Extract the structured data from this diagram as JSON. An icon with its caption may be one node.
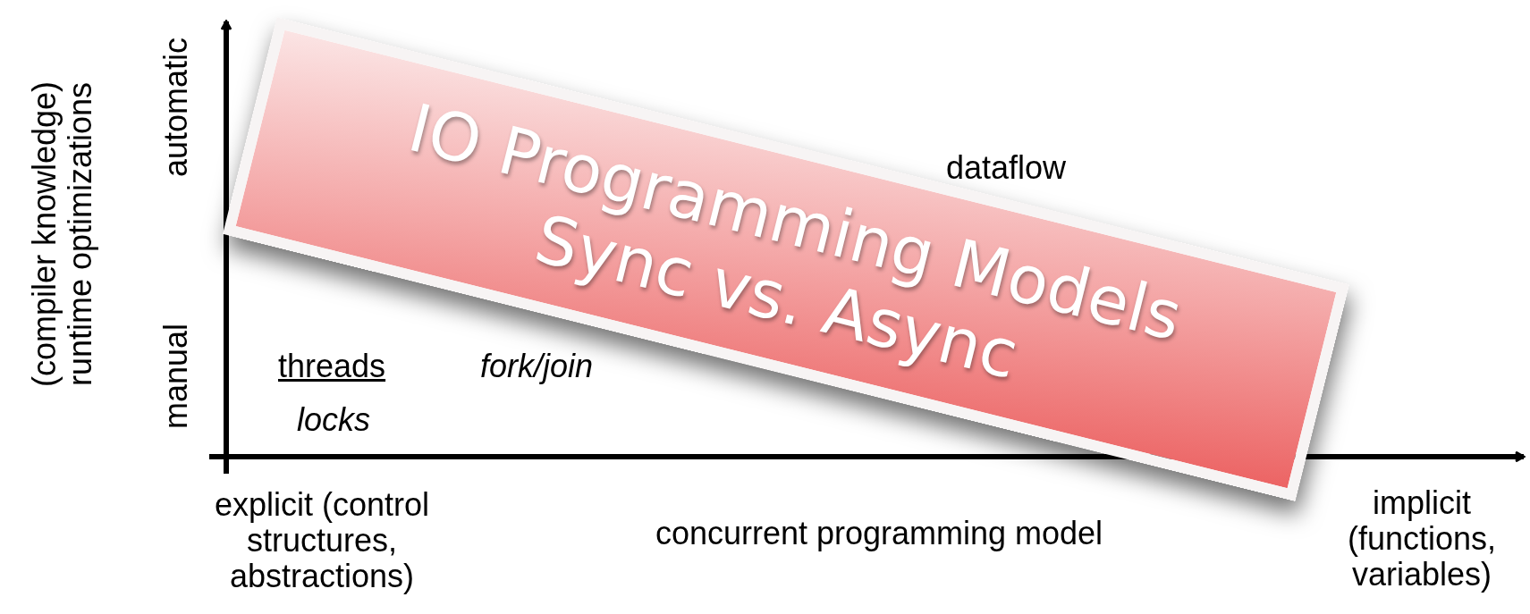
{
  "diagram": {
    "title": "IO Programming Models Sync vs. Async",
    "labels": [
      "(compiler knowledge) runtime optimizations",
      "automatic",
      "dataflow",
      "manual",
      "threads",
      "fork/join",
      "locks",
      "explicit (control structures, abstractions)",
      "concurrent programming model",
      "implicit (functions, variables)"
    ]
  }
}
